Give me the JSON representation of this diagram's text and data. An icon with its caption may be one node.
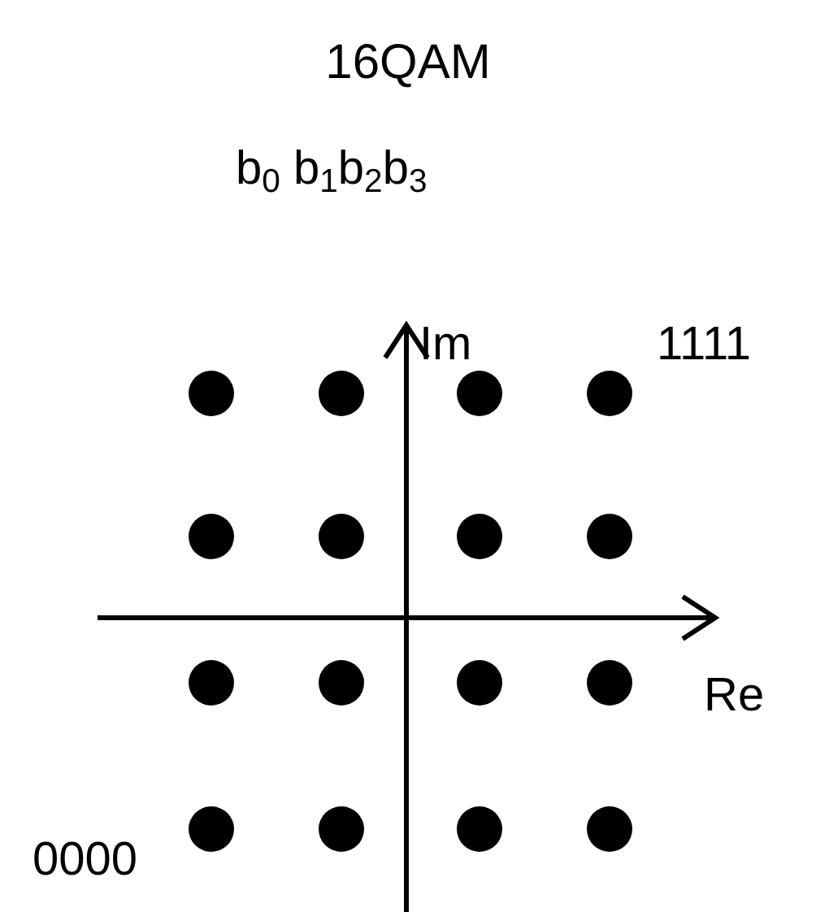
{
  "diagram": {
    "title": "16QAM",
    "labels": [
      "b$_{0}$ b$_{1}$b$_{2}$b$_{3}$",
      "Im",
      "1111",
      "Re",
      "0000"
    ]
  }
}
